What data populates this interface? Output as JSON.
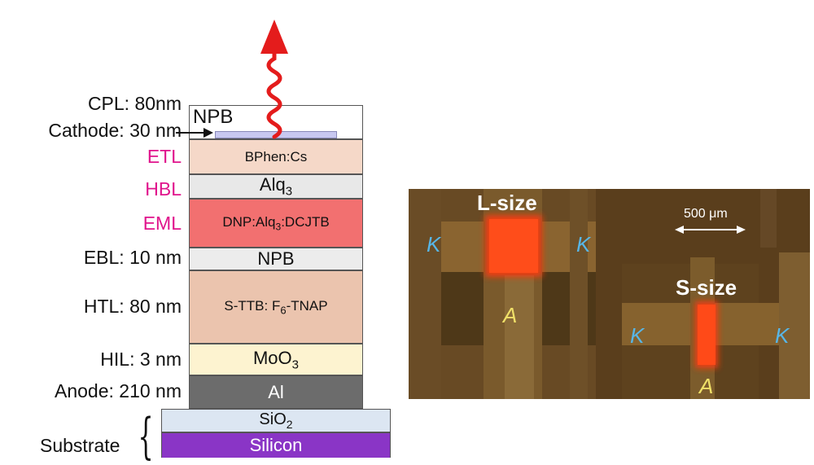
{
  "stack": {
    "labels": {
      "cpl": "CPL: 80nm",
      "cathode": "Cathode: 30 nm",
      "etl": "ETL",
      "hbl": "HBL",
      "eml": "EML",
      "ebl": "EBL: 10 nm",
      "htl": "HTL: 80 nm",
      "hil": "HIL: 3 nm",
      "anode": "Anode: 210 nm",
      "substrate": "Substrate"
    },
    "layers": {
      "cpl": "NPB",
      "etl": "BPhen:Cs",
      "hbl_main": "Alq",
      "hbl_sub": "3",
      "eml_a": "DNP:Alq",
      "eml_sub": "3",
      "eml_b": ":DCJTB",
      "ebl": "NPB",
      "htl_a": "S-TTB: F",
      "htl_sub": "6",
      "htl_b": "-TNAP",
      "hil_main": "MoO",
      "hil_sub": "3",
      "anode": "Al",
      "sio2_main": "SiO",
      "sio2_sub": "2",
      "silicon": "Silicon"
    },
    "colors": {
      "cpl": "#ffffff",
      "cathode": "#c8c8f0",
      "etl": "#f5d8c8",
      "hbl": "#e8e8e8",
      "eml": "#f27070",
      "ebl": "#ececec",
      "htl": "#ebc4ae",
      "hil": "#fdf3d0",
      "anode": "#6c6c6c",
      "sio2": "#dce6f2",
      "silicon": "#8a35c6",
      "emission": "#e41c1c"
    }
  },
  "micrograph": {
    "l_size": "L-size",
    "s_size": "S-size",
    "scale_bar": "500 μm",
    "k": "K",
    "a": "A"
  }
}
